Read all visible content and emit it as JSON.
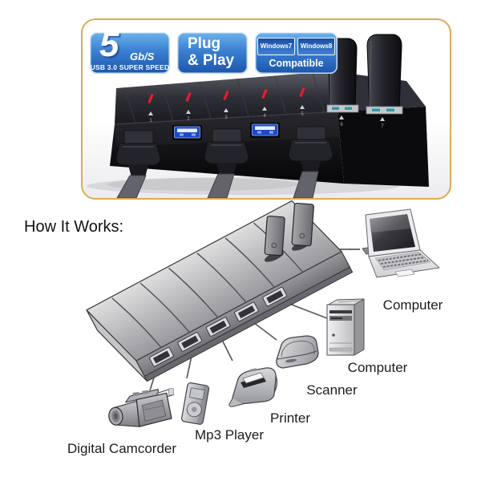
{
  "hero": {
    "badges": {
      "speed": {
        "big_number": "5",
        "unit": "Gb/S",
        "subtitle": "USB 3.0 SUPER SPEED"
      },
      "plug_play": {
        "line1": "Plug",
        "line2": "& Play"
      },
      "windows": {
        "os1": "Windows7",
        "os2": "Windows8",
        "subtitle": "Compatible"
      }
    },
    "port_numbers": [
      "1",
      "2",
      "3",
      "4",
      "5",
      "6",
      "7"
    ]
  },
  "how_it_works": {
    "title": "How It Works:",
    "devices": [
      {
        "id": "laptop",
        "label": "Computer"
      },
      {
        "id": "tower",
        "label": "Computer"
      },
      {
        "id": "scanner",
        "label": "Scanner"
      },
      {
        "id": "printer",
        "label": "Printer"
      },
      {
        "id": "mp3_player",
        "label": "Mp3 Player"
      },
      {
        "id": "camcorder",
        "label": "Digital Camcorder"
      }
    ]
  },
  "colors": {
    "frame_gold": "#dcab50",
    "badge_blue_top": "#6db3ec",
    "badge_blue_bottom": "#1c55ac",
    "led_red": "#ec1a2e",
    "usb_port_blue": "#1d49c8",
    "label_text": "#1c1c1c"
  }
}
